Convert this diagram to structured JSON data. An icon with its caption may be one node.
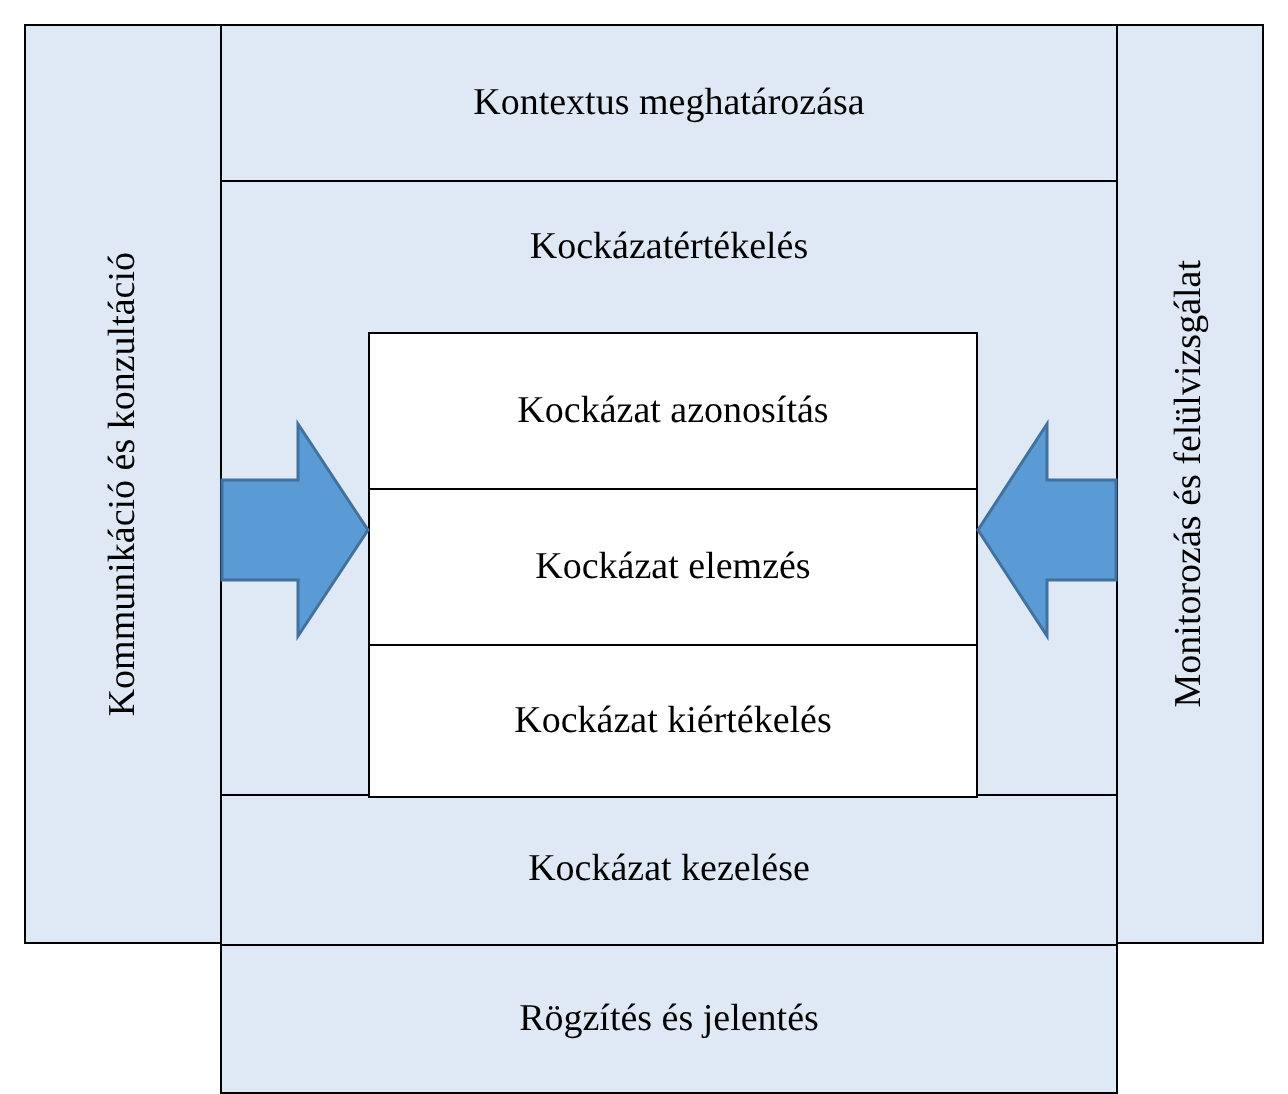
{
  "diagram": {
    "nodes": [
      {
        "text": [
          "Kommunikáció és konzultáció"
        ]
      },
      {
        "text": [
          "Kontextus meghatározása"
        ]
      },
      {
        "text": [
          "Kockázatértékelés"
        ]
      },
      {
        "text": [
          "Kockázat azonosítás"
        ],
        "in": 2
      },
      {
        "text": [
          "Kockázat elemzés"
        ],
        "in": 2
      },
      {
        "text": [
          "Kockázat kiértékelés"
        ],
        "in": 2
      },
      {
        "text": [
          "Kockázat kezelése"
        ]
      },
      {
        "text": [
          "Monitorozás és felülvizsgálat"
        ]
      },
      {
        "text": [
          "Rögzítés és jelentés"
        ]
      }
    ],
    "edges": [
      {
        "from": 0,
        "to": 4,
        "arrow": "to"
      },
      {
        "from": 7,
        "to": 4,
        "arrow": "to"
      }
    ]
  }
}
